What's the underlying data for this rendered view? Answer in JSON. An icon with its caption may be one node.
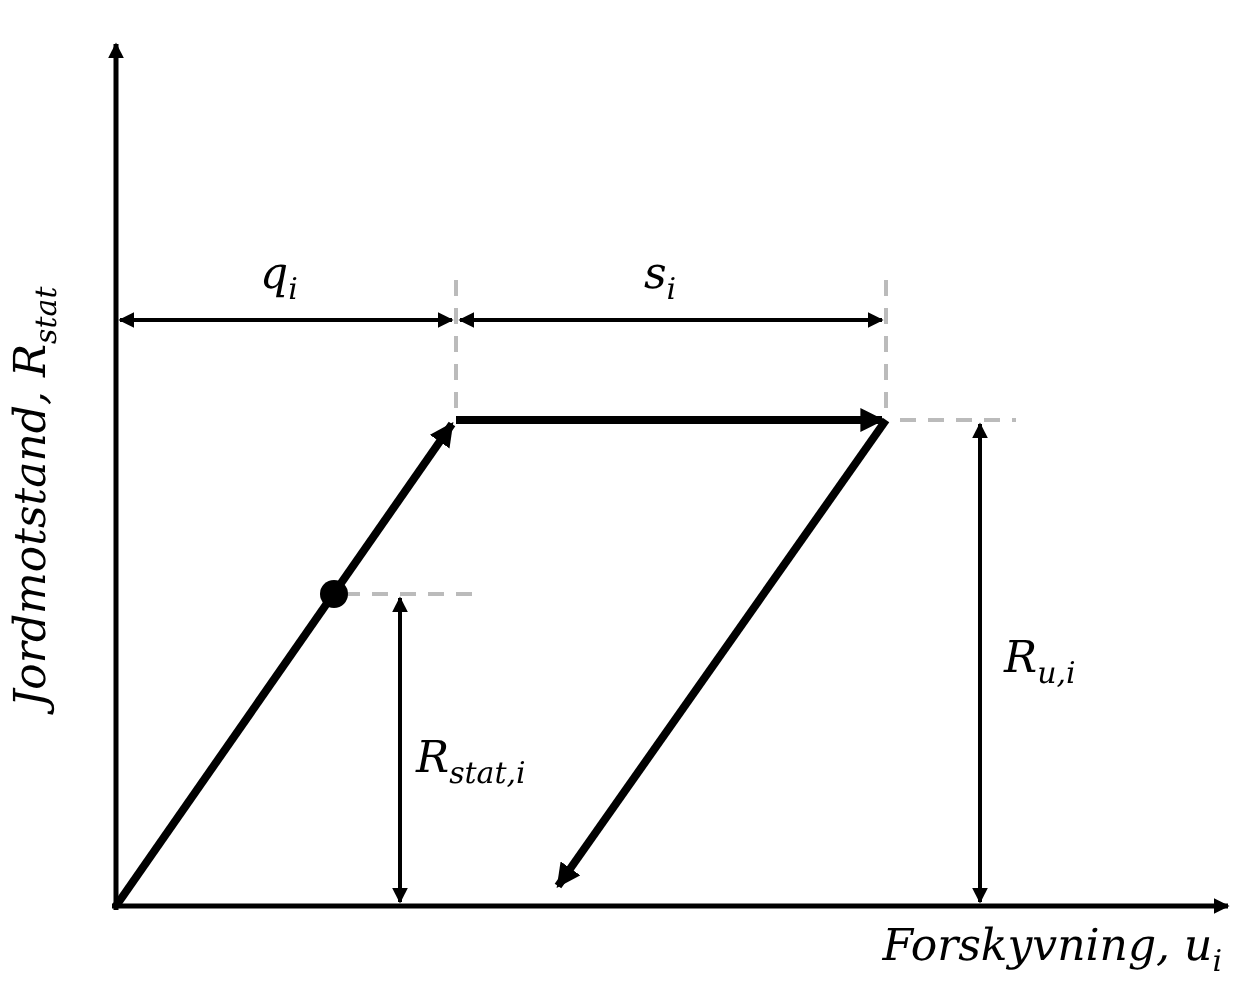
{
  "diagram": {
    "labels": [
      "Jordmotstand, R$_{stat}$",
      "q$_{i}$",
      "s$_{i}$",
      "R$_{stat,i}$",
      "R$_{u,i}$",
      "Forskyvning, u$_{i}$"
    ]
  }
}
